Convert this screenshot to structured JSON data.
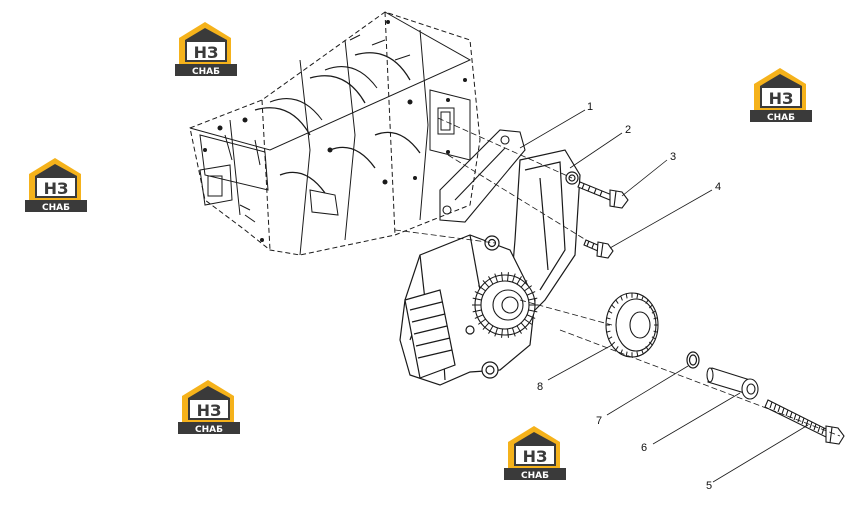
{
  "watermark": {
    "mark": "НЗ",
    "caption": "СНАБ",
    "accent_color": "#f5b21b",
    "dark_color": "#3a3a3a"
  },
  "callouts": [
    "1",
    "2",
    "3",
    "4",
    "5",
    "6",
    "7",
    "8"
  ],
  "colors": {
    "line": "#1a1a1a",
    "fill": "#ffffff"
  }
}
